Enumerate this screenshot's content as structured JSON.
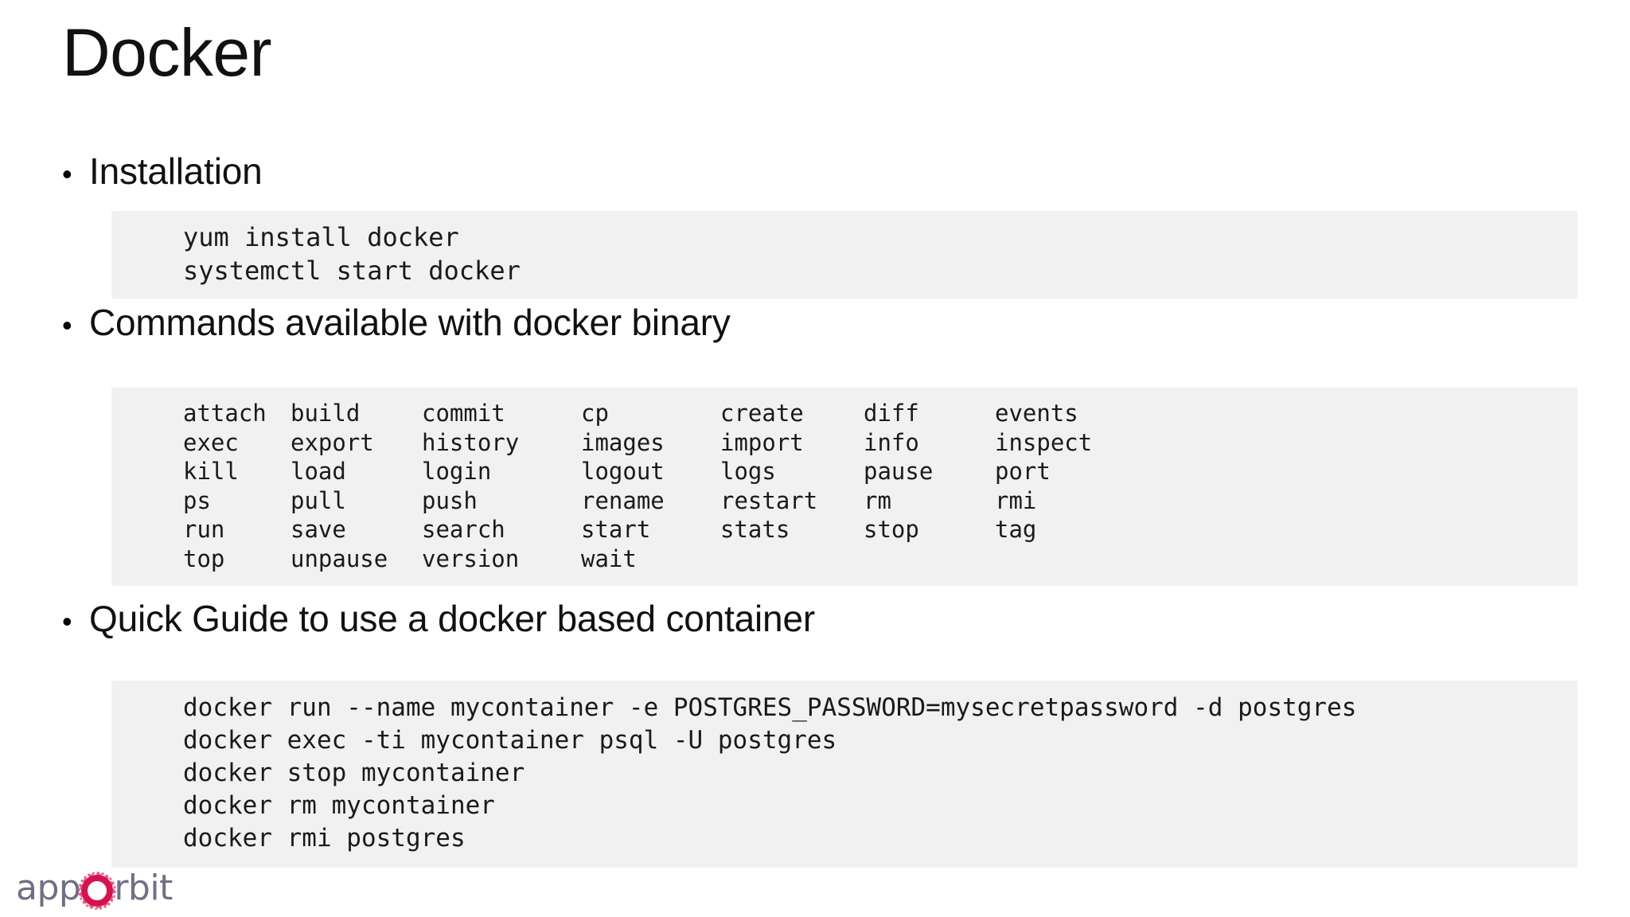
{
  "slide": {
    "title": "Docker",
    "background_color": "#ffffff",
    "code_background_color": "#f1f1f1",
    "bullet_marker": "•"
  },
  "bullets": [
    {
      "text": "Installation"
    },
    {
      "text": "Commands available with docker binary"
    },
    {
      "text": "Quick Guide to use a docker based container"
    }
  ],
  "install_code": {
    "lines": [
      "yum install docker",
      "systemctl start docker"
    ]
  },
  "commands_code": {
    "rows": [
      [
        "attach",
        "build",
        "commit",
        "cp",
        "create",
        "diff",
        "events"
      ],
      [
        "exec",
        "export",
        "history",
        "images",
        "import",
        "info",
        "inspect"
      ],
      [
        "kill",
        "load",
        "login",
        "logout",
        "logs",
        "pause",
        "port"
      ],
      [
        "ps",
        "pull",
        "push",
        "rename",
        "restart",
        "rm",
        "rmi"
      ],
      [
        "run",
        "save",
        "search",
        "start",
        "stats",
        "stop",
        "tag"
      ],
      [
        "top",
        "unpause",
        "version",
        "wait",
        "",
        "",
        ""
      ]
    ]
  },
  "quick_guide_code": {
    "lines": [
      "docker run --name mycontainer -e POSTGRES_PASSWORD=mysecretpassword -d postgres",
      "docker exec -ti mycontainer psql -U postgres",
      "docker stop mycontainer",
      "docker rm mycontainer",
      "docker rmi postgres"
    ]
  },
  "logo": {
    "prefix": "app",
    "suffix": "rbit",
    "ring_letter": "O",
    "text_color": "#6f6f86",
    "ring_color": "#d6134f"
  }
}
